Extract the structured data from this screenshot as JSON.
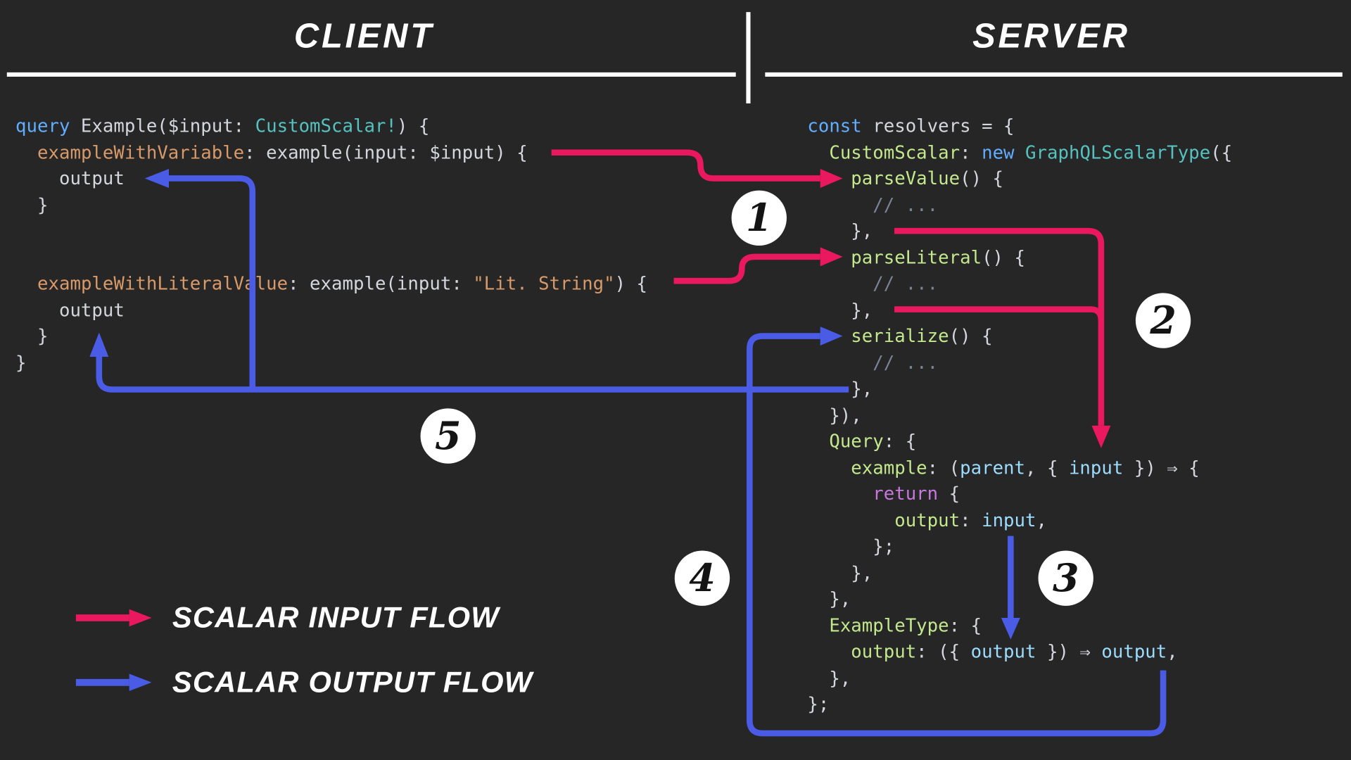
{
  "header": {
    "client": "CLIENT",
    "server": "SERVER"
  },
  "steps": [
    "1",
    "2",
    "3",
    "4",
    "5"
  ],
  "legend": [
    {
      "label": "SCALAR INPUT FLOW",
      "flow": "input"
    },
    {
      "label": "SCALAR OUTPUT FLOW",
      "flow": "output"
    }
  ],
  "colors": {
    "input_flow": "#e9185f",
    "output_flow": "#4a5ce6",
    "background": "#262626",
    "rule": "#ffffff",
    "badge_bg": "#ffffff",
    "badge_text": "#141414",
    "syntax_plain": "#d4d7dd",
    "syntax_kw": "#61aefe",
    "syntax_type": "#56c2c0",
    "syntax_alias": "#d89a6a",
    "syntax_str": "#d89a6a",
    "syntax_prop": "#c3e88d",
    "syntax_var": "#9cdcfe",
    "syntax_ret": "#c678dd",
    "syntax_com": "#7a8494"
  },
  "code": {
    "client": {
      "lines": [
        [
          {
            "t": "query",
            "c": "kw"
          },
          {
            "t": " Example($input: ",
            "c": "plain"
          },
          {
            "t": "CustomScalar!",
            "c": "type"
          },
          {
            "t": ") {",
            "c": "plain"
          }
        ],
        [
          {
            "t": "  ",
            "c": "plain"
          },
          {
            "t": "exampleWithVariable",
            "c": "alias"
          },
          {
            "t": ": example(input: $input) {",
            "c": "plain"
          }
        ],
        [
          {
            "t": "    output",
            "c": "plain"
          }
        ],
        [
          {
            "t": "  }",
            "c": "plain"
          }
        ],
        [],
        [],
        [
          {
            "t": "  ",
            "c": "plain"
          },
          {
            "t": "exampleWithLiteralValue",
            "c": "alias"
          },
          {
            "t": ": example(input: ",
            "c": "plain"
          },
          {
            "t": "\"Lit. String\"",
            "c": "str"
          },
          {
            "t": ") {",
            "c": "plain"
          }
        ],
        [
          {
            "t": "    output",
            "c": "plain"
          }
        ],
        [
          {
            "t": "  }",
            "c": "plain"
          }
        ],
        [
          {
            "t": "}",
            "c": "plain"
          }
        ]
      ]
    },
    "server": {
      "lines": [
        [
          {
            "t": "const",
            "c": "kw"
          },
          {
            "t": " resolvers = {",
            "c": "plain"
          }
        ],
        [
          {
            "t": "  ",
            "c": "plain"
          },
          {
            "t": "CustomScalar",
            "c": "prop"
          },
          {
            "t": ": ",
            "c": "plain"
          },
          {
            "t": "new",
            "c": "kw"
          },
          {
            "t": " ",
            "c": "plain"
          },
          {
            "t": "GraphQLScalarType",
            "c": "type"
          },
          {
            "t": "({",
            "c": "plain"
          }
        ],
        [
          {
            "t": "    ",
            "c": "plain"
          },
          {
            "t": "parseValue",
            "c": "prop"
          },
          {
            "t": "() {",
            "c": "plain"
          }
        ],
        [
          {
            "t": "      ",
            "c": "plain"
          },
          {
            "t": "// ...",
            "c": "com"
          }
        ],
        [
          {
            "t": "    },",
            "c": "plain"
          }
        ],
        [
          {
            "t": "    ",
            "c": "plain"
          },
          {
            "t": "parseLiteral",
            "c": "prop"
          },
          {
            "t": "() {",
            "c": "plain"
          }
        ],
        [
          {
            "t": "      ",
            "c": "plain"
          },
          {
            "t": "// ...",
            "c": "com"
          }
        ],
        [
          {
            "t": "    },",
            "c": "plain"
          }
        ],
        [
          {
            "t": "    ",
            "c": "plain"
          },
          {
            "t": "serialize",
            "c": "prop"
          },
          {
            "t": "() {",
            "c": "plain"
          }
        ],
        [
          {
            "t": "      ",
            "c": "plain"
          },
          {
            "t": "// ...",
            "c": "com"
          }
        ],
        [
          {
            "t": "    },",
            "c": "plain"
          }
        ],
        [
          {
            "t": "  }),",
            "c": "plain"
          }
        ],
        [
          {
            "t": "  ",
            "c": "plain"
          },
          {
            "t": "Query",
            "c": "prop"
          },
          {
            "t": ": {",
            "c": "plain"
          }
        ],
        [
          {
            "t": "    ",
            "c": "plain"
          },
          {
            "t": "example",
            "c": "prop"
          },
          {
            "t": ": (",
            "c": "plain"
          },
          {
            "t": "parent",
            "c": "var"
          },
          {
            "t": ", { ",
            "c": "plain"
          },
          {
            "t": "input",
            "c": "var"
          },
          {
            "t": " }) ⇒ {",
            "c": "plain"
          }
        ],
        [
          {
            "t": "      ",
            "c": "plain"
          },
          {
            "t": "return",
            "c": "ret"
          },
          {
            "t": " {",
            "c": "plain"
          }
        ],
        [
          {
            "t": "        ",
            "c": "plain"
          },
          {
            "t": "output",
            "c": "prop"
          },
          {
            "t": ": ",
            "c": "plain"
          },
          {
            "t": "input",
            "c": "var"
          },
          {
            "t": ",",
            "c": "plain"
          }
        ],
        [
          {
            "t": "      };",
            "c": "plain"
          }
        ],
        [
          {
            "t": "    },",
            "c": "plain"
          }
        ],
        [
          {
            "t": "  },",
            "c": "plain"
          }
        ],
        [
          {
            "t": "  ",
            "c": "plain"
          },
          {
            "t": "ExampleType",
            "c": "prop"
          },
          {
            "t": ": {",
            "c": "plain"
          }
        ],
        [
          {
            "t": "    ",
            "c": "plain"
          },
          {
            "t": "output",
            "c": "prop"
          },
          {
            "t": ": ({ ",
            "c": "plain"
          },
          {
            "t": "output",
            "c": "var"
          },
          {
            "t": " }) ⇒ ",
            "c": "plain"
          },
          {
            "t": "output",
            "c": "var"
          },
          {
            "t": ",",
            "c": "plain"
          }
        ],
        [
          {
            "t": "  },",
            "c": "plain"
          }
        ],
        [
          {
            "t": "};",
            "c": "plain"
          }
        ]
      ]
    }
  }
}
